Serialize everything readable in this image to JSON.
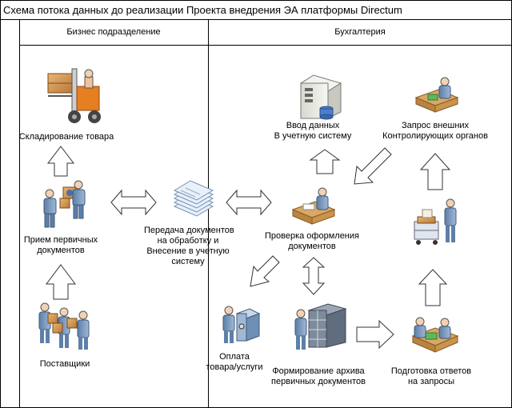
{
  "title": "Схема потока данных до реализации Проекта внедрения ЭА платформы Directum",
  "lanes": {
    "business": "Бизнес подразделение",
    "accounting": "Бухгалтерия"
  },
  "nodes": {
    "warehousing": "Складирование товара",
    "receipt_line1": "Прием первичных",
    "receipt_line2": "документов",
    "suppliers": "Поставщики",
    "transfer_line1": "Передача документов",
    "transfer_line2": "на обработку и",
    "transfer_line3": "Внесение в учетную",
    "transfer_line4": "систему",
    "data_entry_line1": "Ввод данных",
    "data_entry_line2": "В учетную систему",
    "requests_line1": "Запрос внешних",
    "requests_line2": "Контролирующих органов",
    "check_line1": "Проверка оформления",
    "check_line2": "документов",
    "payment_line1": "Оплата",
    "payment_line2": "товара/услуги",
    "archive_line1": "Формирование архива",
    "archive_line2": "первичных документов",
    "answers_line1": "Подготовка ответов",
    "answers_line2": "на запросы"
  },
  "icons": {
    "warehousing": "forklift-icon",
    "receipt": "person-with-box-icon",
    "suppliers": "people-with-boxes-icon",
    "transfer": "document-stack-icon",
    "data_entry": "server-icon",
    "requests": "person-at-desk-icon",
    "check": "person-at-desk-icon",
    "payment": "person-at-safe-icon",
    "archive": "person-at-file-cabinets-icon",
    "answers": "person-at-desk-icon",
    "cart": "person-with-cart-icon"
  }
}
